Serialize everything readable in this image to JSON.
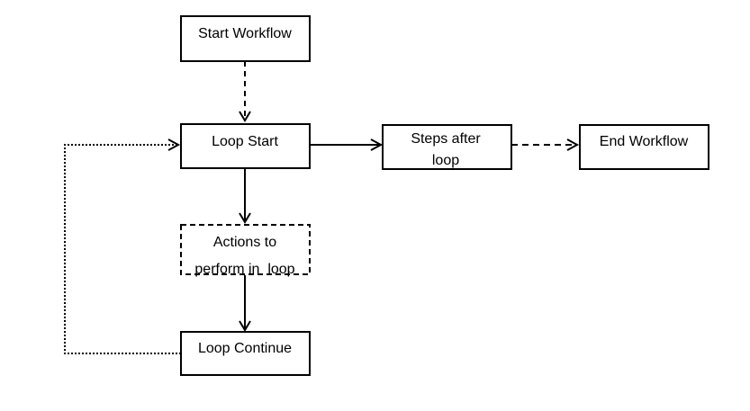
{
  "diagram": {
    "nodes": {
      "start": {
        "label": "Start Workflow"
      },
      "loop_start": {
        "label": "Loop Start"
      },
      "steps_after": {
        "line1": "Steps after",
        "line2": "loop"
      },
      "end": {
        "label": "End Workflow"
      },
      "actions": {
        "line1": "Actions to",
        "line2": "perform in  loop"
      },
      "loop_continue": {
        "label": "Loop Continue"
      }
    },
    "edges": [
      {
        "from": "start",
        "to": "loop_start",
        "style": "dashed"
      },
      {
        "from": "loop_start",
        "to": "steps_after",
        "style": "solid"
      },
      {
        "from": "steps_after",
        "to": "end",
        "style": "dashed"
      },
      {
        "from": "loop_start",
        "to": "actions",
        "style": "solid"
      },
      {
        "from": "actions",
        "to": "loop_continue",
        "style": "solid"
      },
      {
        "from": "loop_continue",
        "to": "loop_start",
        "style": "dotted"
      }
    ],
    "colors": {
      "stroke": "#000000",
      "fill": "#ffffff"
    }
  }
}
